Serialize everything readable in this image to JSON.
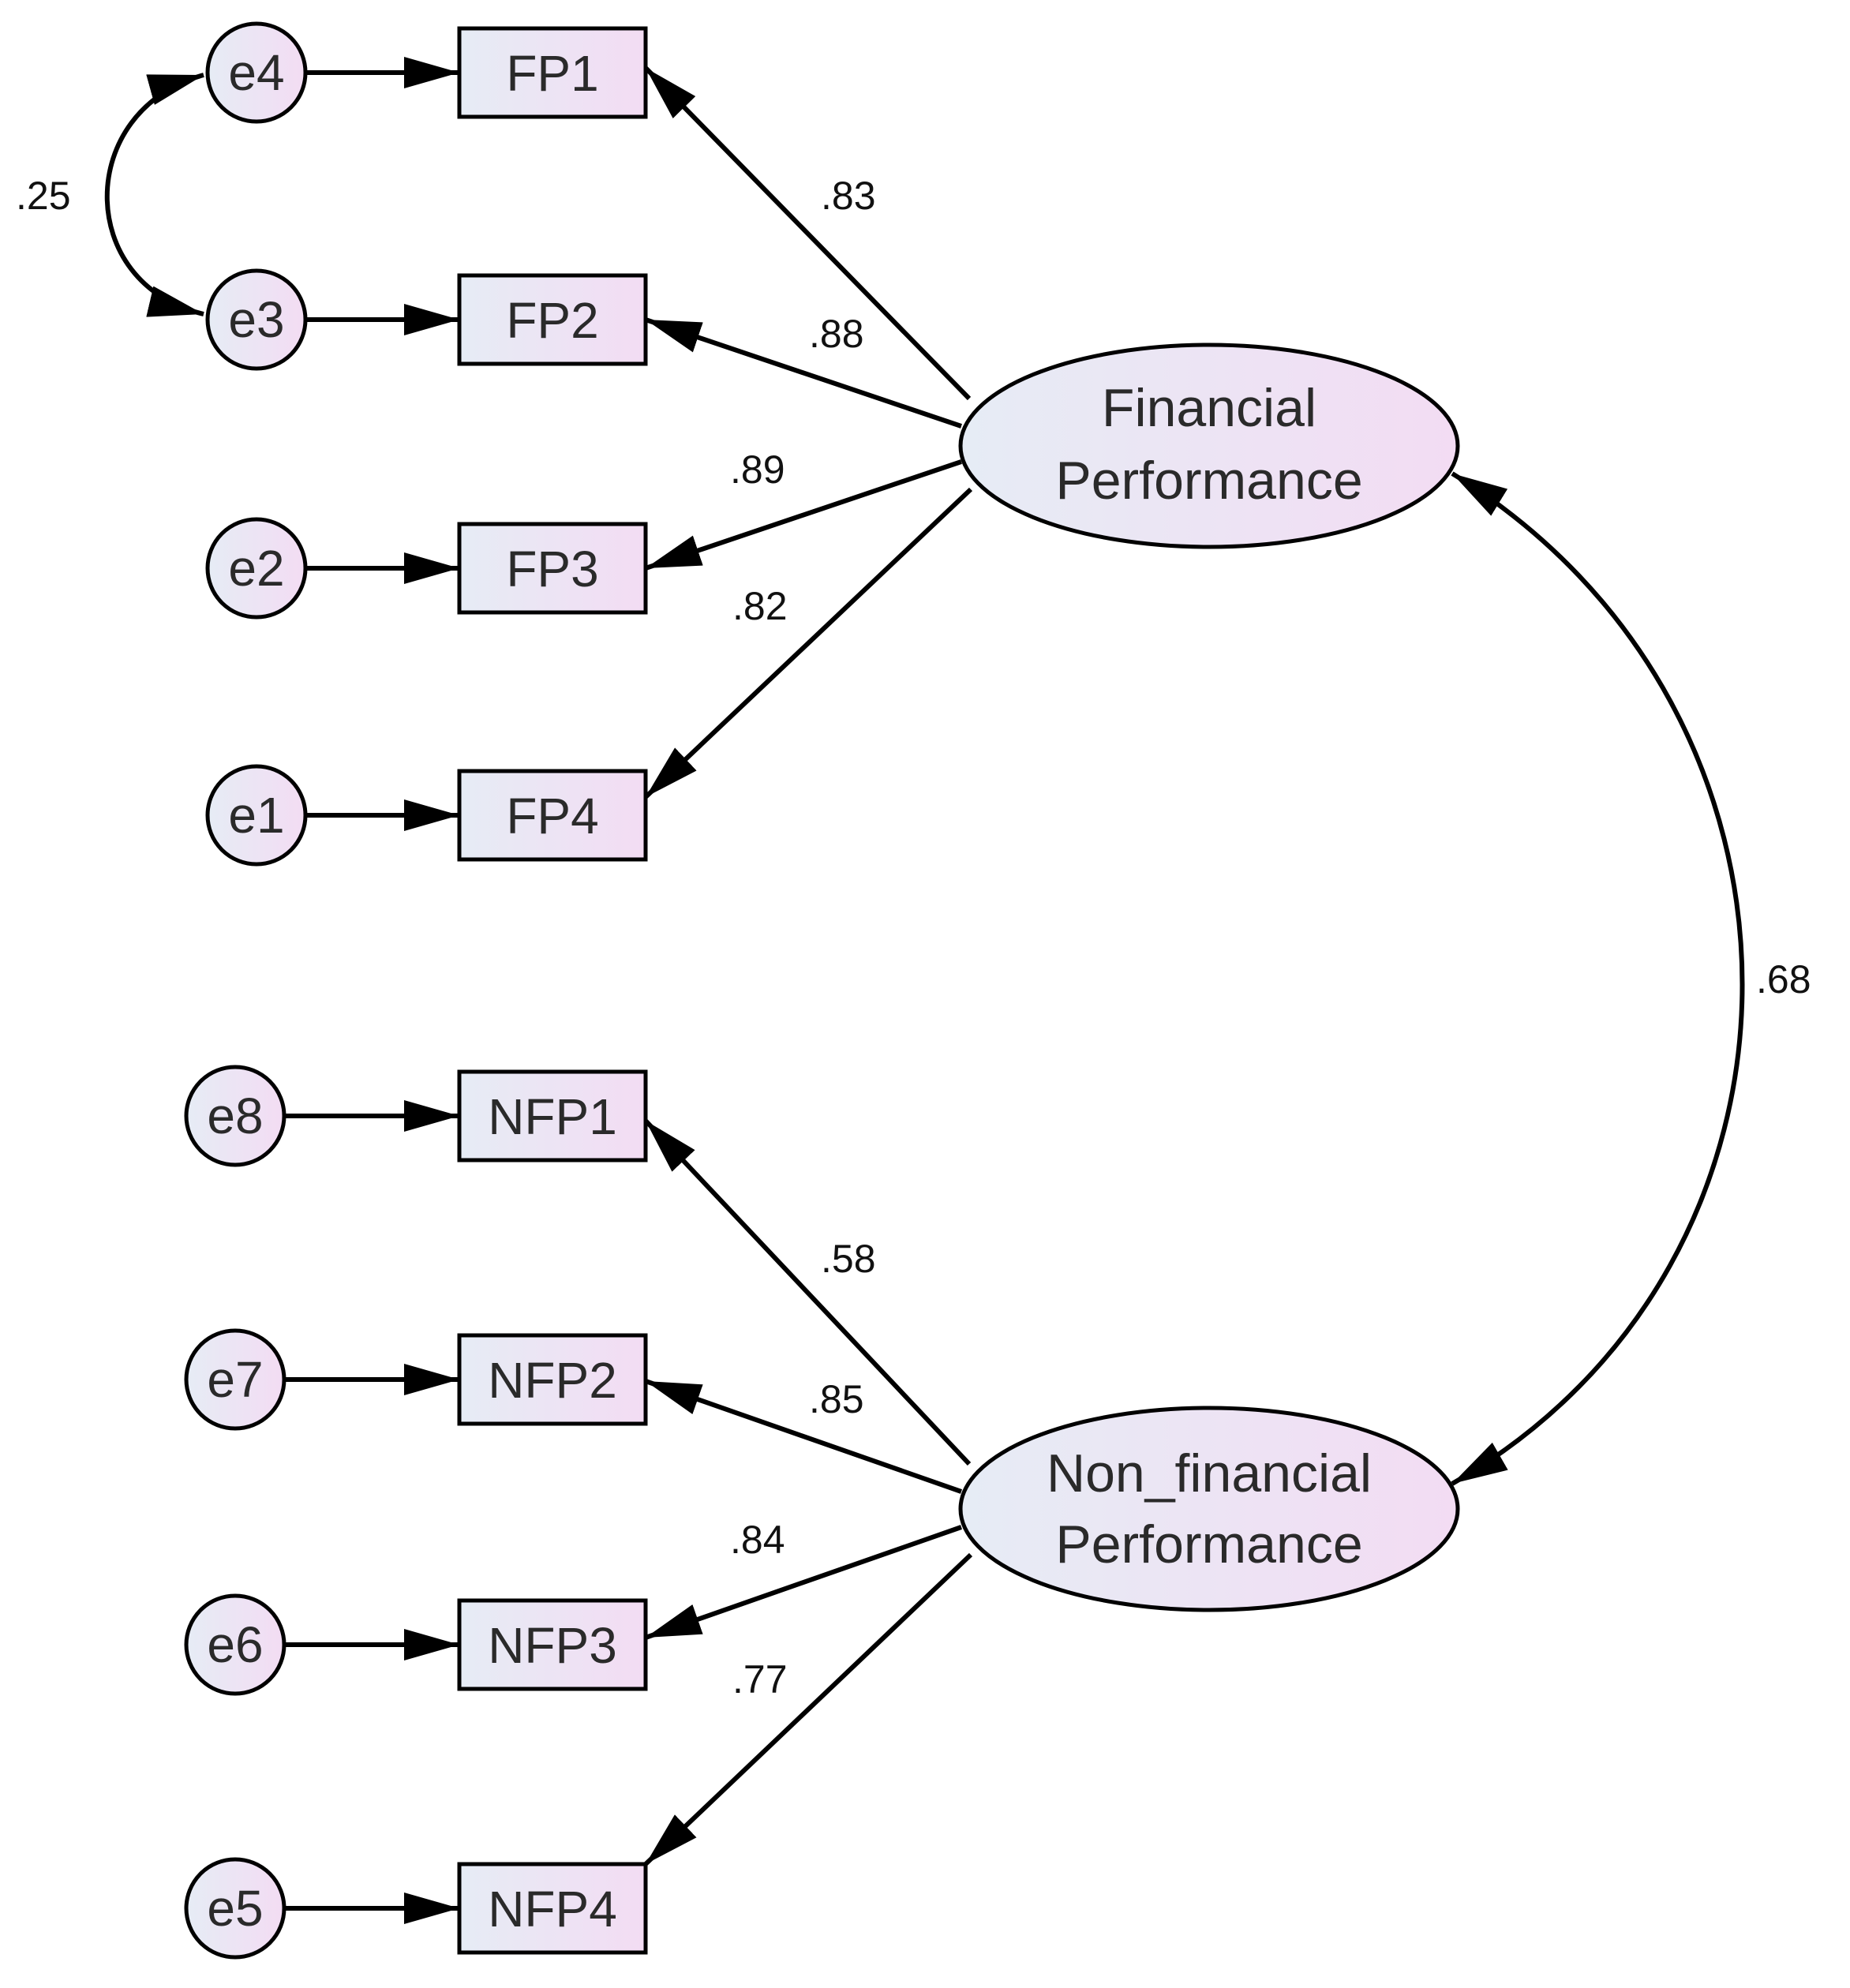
{
  "colors": {
    "stroke": "#000000",
    "fill_left": "#e6ecf5",
    "fill_right": "#f3dcf3"
  },
  "latents": {
    "fp": {
      "line1": "Financial",
      "line2": "Performance"
    },
    "nfp": {
      "line1": "Non_financial",
      "line2": "Performance"
    }
  },
  "indicators": {
    "fp1": "FP1",
    "fp2": "FP2",
    "fp3": "FP3",
    "fp4": "FP4",
    "nfp1": "NFP1",
    "nfp2": "NFP2",
    "nfp3": "NFP3",
    "nfp4": "NFP4"
  },
  "errors": {
    "e1": "e1",
    "e2": "e2",
    "e3": "e3",
    "e4": "e4",
    "e5": "e5",
    "e6": "e6",
    "e7": "e7",
    "e8": "e8"
  },
  "loadings": {
    "fp1": ".83",
    "fp2": ".88",
    "fp3": ".89",
    "fp4": ".82",
    "nfp1": ".58",
    "nfp2": ".85",
    "nfp3": ".84",
    "nfp4": ".77"
  },
  "covariances": {
    "e4_e3": ".25",
    "fp_nfp": ".68"
  }
}
